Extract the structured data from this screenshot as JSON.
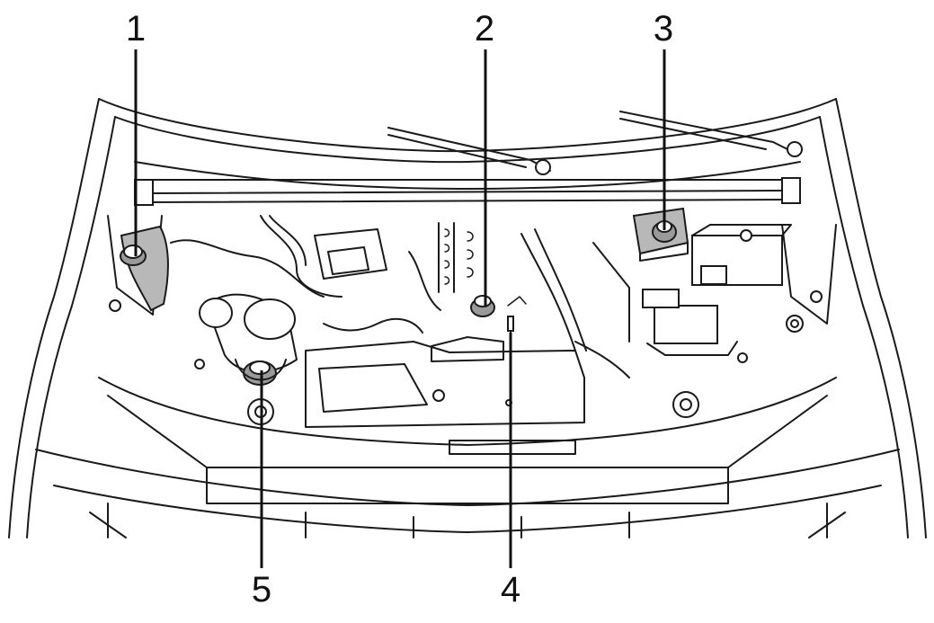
{
  "callouts": [
    {
      "id": "1",
      "label": "1"
    },
    {
      "id": "2",
      "label": "2"
    },
    {
      "id": "3",
      "label": "3"
    },
    {
      "id": "4",
      "label": "4"
    },
    {
      "id": "5",
      "label": "5"
    }
  ],
  "colors": {
    "line": "#1a1a1a",
    "cap_fill": "#9a9a9a",
    "reservoir_fill": "#b8b8b8",
    "background": "#ffffff"
  }
}
